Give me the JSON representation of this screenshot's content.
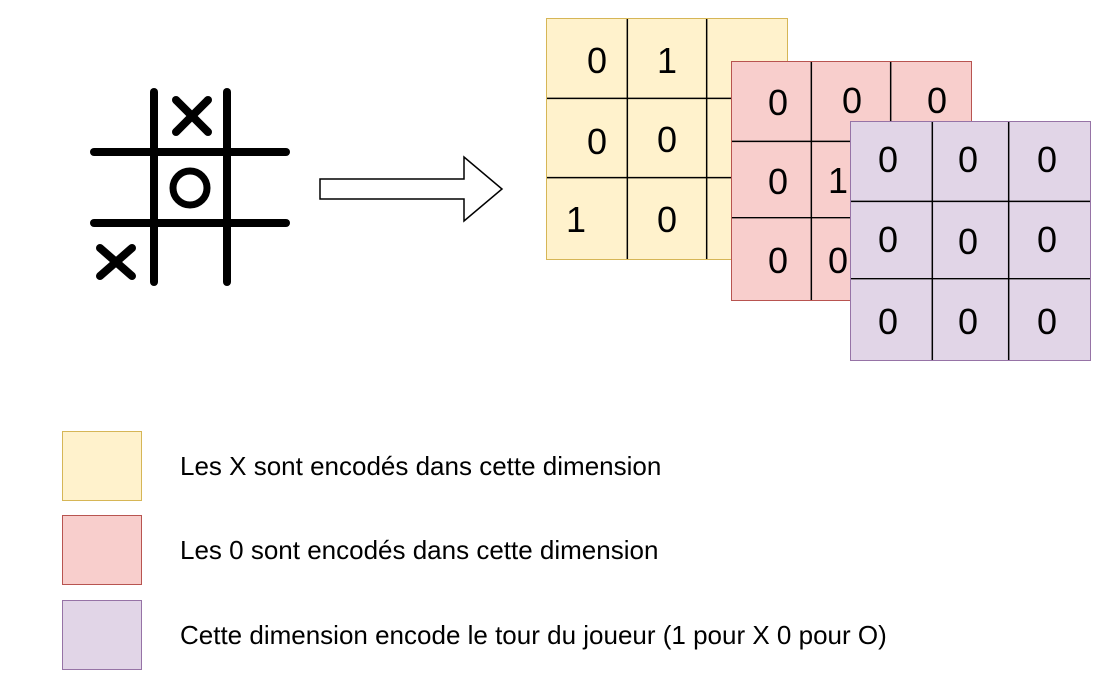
{
  "colors": {
    "x_layer_fill": "#fff2cc",
    "x_layer_stroke": "#d6b656",
    "o_layer_fill": "#f8cecc",
    "o_layer_stroke": "#b85450",
    "turn_layer_fill": "#e1d5e7",
    "turn_layer_stroke": "#9673a6",
    "board_stroke": "#000000"
  },
  "board": {
    "cells": [
      "",
      "X",
      "",
      "",
      "O",
      "",
      "X",
      "",
      ""
    ]
  },
  "layers": {
    "x_layer": {
      "visible_values": [
        "0",
        "1",
        "0",
        "0",
        "1",
        "0"
      ]
    },
    "o_layer": {
      "visible_values": [
        "0",
        "0",
        "0",
        "0",
        "1",
        "0",
        "0"
      ]
    },
    "turn_layer": {
      "values": [
        "0",
        "0",
        "0",
        "0",
        "0",
        "0",
        "0",
        "0",
        "0"
      ]
    }
  },
  "legend": [
    {
      "color": "#fff2cc",
      "label": "Les X sont encodés dans cette dimension"
    },
    {
      "color": "#f8cecc",
      "label": "Les 0 sont encodés dans cette dimension"
    },
    {
      "color": "#e1d5e7",
      "label": "Cette dimension encode le tour du joueur (1 pour X 0 pour O)"
    }
  ]
}
